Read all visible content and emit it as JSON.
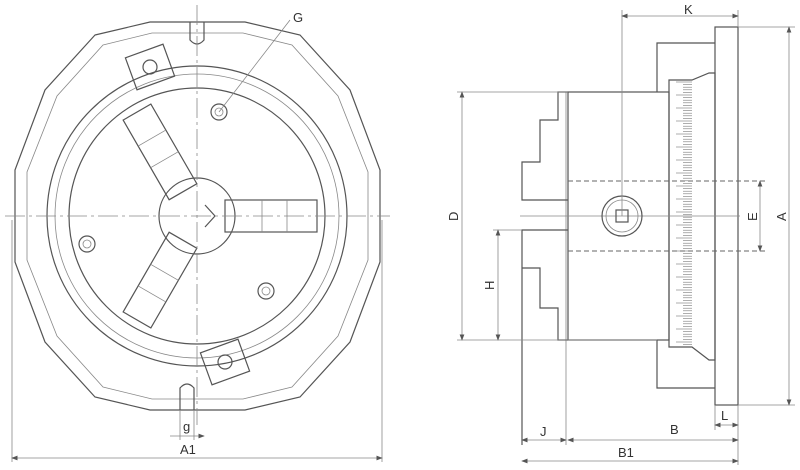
{
  "title": "Three-jaw chuck dimension drawing",
  "labels": {
    "G": "G",
    "g": "g",
    "A1": "A1",
    "K": "K",
    "D": "D",
    "E": "E",
    "A": "A",
    "H": "H",
    "J": "J",
    "B": "B",
    "B1": "B1",
    "L": "L"
  },
  "colors": {
    "line": "#555555",
    "background": "#ffffff"
  }
}
